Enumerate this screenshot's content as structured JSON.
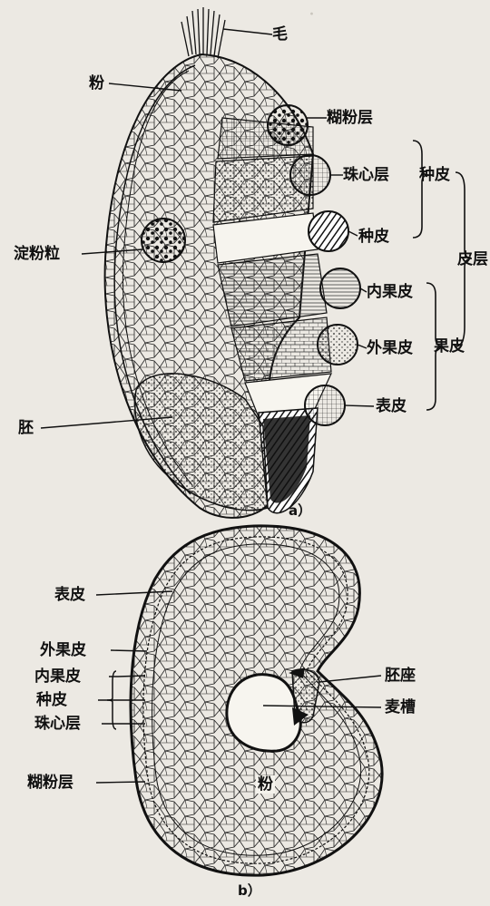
{
  "diagram_a": {
    "caption": "a）",
    "labels": {
      "hair": "毛",
      "starch": "粉",
      "aleurone": "糊粉层",
      "nucellus": "珠心层",
      "testa": "种皮",
      "starch_grain": "淀粉粒",
      "endocarp": "内果皮",
      "mesocarp": "外果皮",
      "epidermis": "表皮",
      "embryo": "胚"
    },
    "groups": {
      "seed_coat": "种皮",
      "pericarp": "果皮",
      "bran": "皮层"
    }
  },
  "diagram_b": {
    "caption": "b）",
    "labels": {
      "epidermis": "表皮",
      "mesocarp": "外果皮",
      "endocarp": "内果皮",
      "testa": "种皮",
      "nucellus": "珠心层",
      "aleurone": "糊粉层",
      "scutellum": "胚座",
      "crease": "麦槽",
      "starch": "粉"
    }
  }
}
